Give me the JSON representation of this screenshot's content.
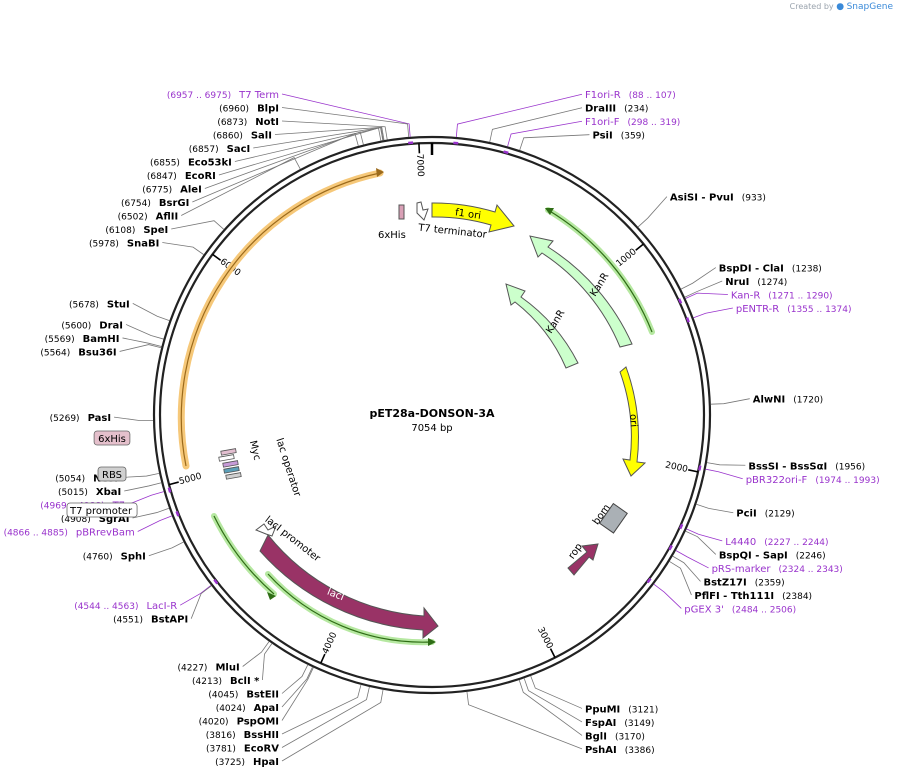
{
  "credit": {
    "prefix": "Created by",
    "brand": "SnapGene"
  },
  "plasmid": {
    "name": "pET28a-DONSON-3A",
    "length_label": "7054 bp",
    "length": 7054
  },
  "ticks": [
    {
      "pos": 1000,
      "label": "1000"
    },
    {
      "pos": 2000,
      "label": "2000"
    },
    {
      "pos": 3000,
      "label": "3000"
    },
    {
      "pos": 4000,
      "label": "4000"
    },
    {
      "pos": 5000,
      "label": "5000"
    },
    {
      "pos": 6000,
      "label": "6000"
    },
    {
      "pos": 7000,
      "label": "7000"
    }
  ],
  "sites": [
    {
      "name": "BlpI",
      "coord": "(6960)",
      "pos": 6960
    },
    {
      "name": "NotI",
      "coord": "(6873)",
      "pos": 6873
    },
    {
      "name": "SalI",
      "coord": "(6860)",
      "pos": 6860
    },
    {
      "name": "SacI",
      "coord": "(6857)",
      "pos": 6857
    },
    {
      "name": "Eco53kI",
      "coord": "(6855)",
      "pos": 6855
    },
    {
      "name": "EcoRI",
      "coord": "(6847)",
      "pos": 6847
    },
    {
      "name": "AleI",
      "coord": "(6775)",
      "pos": 6775
    },
    {
      "name": "BsrGI",
      "coord": "(6754)",
      "pos": 6754
    },
    {
      "name": "AflII",
      "coord": "(6502)",
      "pos": 6502
    },
    {
      "name": "SpeI",
      "coord": "(6108)",
      "pos": 6108
    },
    {
      "name": "SnaBI",
      "coord": "(5978)",
      "pos": 5978
    },
    {
      "name": "StuI",
      "coord": "(5678)",
      "pos": 5678
    },
    {
      "name": "DraI",
      "coord": "(5600)",
      "pos": 5600
    },
    {
      "name": "BamHI",
      "coord": "(5569)",
      "pos": 5569
    },
    {
      "name": "Bsu36I",
      "coord": "(5564)",
      "pos": 5564
    },
    {
      "name": "PasI",
      "coord": "(5269)",
      "pos": 5269
    },
    {
      "name": "NcoI",
      "coord": "(5054)",
      "pos": 5054
    },
    {
      "name": "XbaI",
      "coord": "(5015)",
      "pos": 5015
    },
    {
      "name": "SgrAI",
      "coord": "(4908)",
      "pos": 4908
    },
    {
      "name": "SphI",
      "coord": "(4760)",
      "pos": 4760
    },
    {
      "name": "BstAPI",
      "coord": "(4551)",
      "pos": 4551
    },
    {
      "name": "MluI",
      "coord": "(4227)",
      "pos": 4227
    },
    {
      "name": "BclI *",
      "coord": "(4213)",
      "pos": 4213
    },
    {
      "name": "BstEII",
      "coord": "(4045)",
      "pos": 4045
    },
    {
      "name": "ApaI",
      "coord": "(4024)",
      "pos": 4024
    },
    {
      "name": "PspOMI",
      "coord": "(4020)",
      "pos": 4020
    },
    {
      "name": "BssHII",
      "coord": "(3816)",
      "pos": 3816
    },
    {
      "name": "EcoRV",
      "coord": "(3781)",
      "pos": 3781
    },
    {
      "name": "HpaI",
      "coord": "(3725)",
      "pos": 3725
    },
    {
      "name": "PshAI",
      "coord": "(3386)",
      "pos": 3386
    },
    {
      "name": "BglI",
      "coord": "(3170)",
      "pos": 3170
    },
    {
      "name": "FspAI",
      "coord": "(3149)",
      "pos": 3149
    },
    {
      "name": "PpuMI",
      "coord": "(3121)",
      "pos": 3121
    },
    {
      "name": "DraIII",
      "coord": "(234)",
      "pos": 234
    },
    {
      "name": "PsiI",
      "coord": "(359)",
      "pos": 359
    },
    {
      "name": "AsiSI  - PvuI",
      "coord": "(933)",
      "pos": 933
    },
    {
      "name": "BspDI  - ClaI",
      "coord": "(1238)",
      "pos": 1238
    },
    {
      "name": "NruI",
      "coord": "(1274)",
      "pos": 1274
    },
    {
      "name": "AlwNI",
      "coord": "(1720)",
      "pos": 1720
    },
    {
      "name": "BssSI  - BssSαI",
      "coord": "(1956)",
      "pos": 1956
    },
    {
      "name": "PciI",
      "coord": "(2129)",
      "pos": 2129
    },
    {
      "name": "BspQI  - SapI",
      "coord": "(2246)",
      "pos": 2246
    },
    {
      "name": "BstZ17I",
      "coord": "(2359)",
      "pos": 2359
    },
    {
      "name": "PflFI  - Tth111I",
      "coord": "(2384)",
      "pos": 2384
    }
  ],
  "primers": [
    {
      "name": "T7 Term",
      "coord": "(6957 .. 6975)",
      "pos": 6966
    },
    {
      "name": "F1ori-R",
      "coord": "(88 .. 107)",
      "pos": 98
    },
    {
      "name": "F1ori-F",
      "coord": "(298 .. 319)",
      "pos": 308
    },
    {
      "name": "Kan-R",
      "coord": "(1271 .. 1290)",
      "pos": 1280
    },
    {
      "name": "pENTR-R",
      "coord": "(1355 .. 1374)",
      "pos": 1364
    },
    {
      "name": "pBR322ori-F",
      "coord": "(1974 .. 1993)",
      "pos": 1983
    },
    {
      "name": "L4440",
      "coord": "(2227 .. 2244)",
      "pos": 2236
    },
    {
      "name": "pRS-marker",
      "coord": "(2324 .. 2343)",
      "pos": 2333
    },
    {
      "name": "pGEX 3'",
      "coord": "(2484 .. 2506)",
      "pos": 2495
    },
    {
      "name": "T7",
      "coord": "(4969 .. 4988)",
      "pos": 4978
    },
    {
      "name": "pBRrevBam",
      "coord": "(4866 .. 4885)",
      "pos": 4875
    },
    {
      "name": "LacI-R",
      "coord": "(4544 .. 4563)",
      "pos": 4553
    }
  ],
  "boxed_features": [
    {
      "label": "6xHis"
    },
    {
      "label": "RBS"
    },
    {
      "label": "T7 promoter"
    }
  ],
  "inner_features": [
    {
      "label": "f1 ori"
    },
    {
      "label": "KanR"
    },
    {
      "label": "KanR"
    },
    {
      "label": "ori"
    },
    {
      "label": "bom"
    },
    {
      "label": "rop"
    },
    {
      "label": "lacI"
    },
    {
      "label": "lacI promoter"
    },
    {
      "label": "6xHis"
    },
    {
      "label": "T7 terminator"
    },
    {
      "label": "lac operator"
    },
    {
      "label": "Myc"
    }
  ],
  "colors": {
    "backbone": "#222222",
    "primer": "#9933cc",
    "f1ori": "#ffff00",
    "kanr": "#ccffcc",
    "lacI": "#993366",
    "orf_outline": "#58a02a",
    "orange_orf": "#f9b233"
  }
}
